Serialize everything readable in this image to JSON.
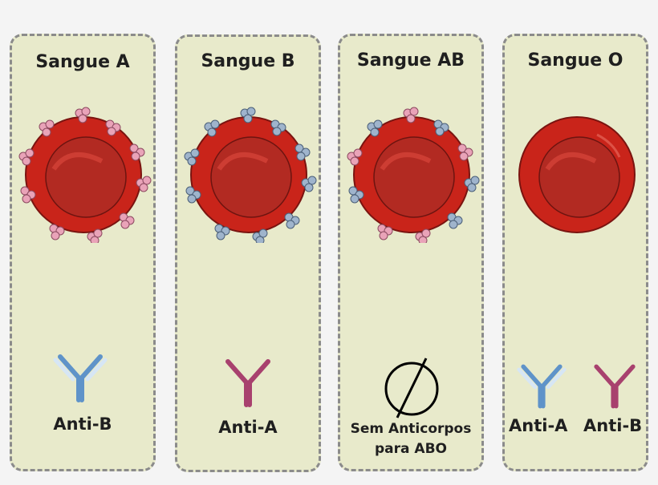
{
  "panels": [
    {
      "title": "Sangue A",
      "antibody_labels": [
        "Anti-B"
      ]
    },
    {
      "title": "Sangue B",
      "antibody_labels": [
        "Anti-A"
      ]
    },
    {
      "title": "Sangue AB",
      "antibody_lines": [
        "Sem Anticorpos",
        "para ABO"
      ]
    },
    {
      "title": "Sangue O",
      "antibody_labels": [
        "Anti-A",
        "Anti-B"
      ]
    }
  ],
  "colors": {
    "panel_fill": "#e8eacb",
    "panel_border": "#8b8b8b",
    "cell_red": "#c9241a",
    "antigen_a_pink": "#e9a3b8",
    "antigen_b_blue": "#9fb4cc",
    "antibody_blue": "#5f93c9",
    "antibody_magenta": "#a8416e"
  },
  "icons": [
    "red-blood-cell",
    "antigen-a",
    "antigen-b",
    "antibody-y",
    "empty-set-symbol"
  ]
}
